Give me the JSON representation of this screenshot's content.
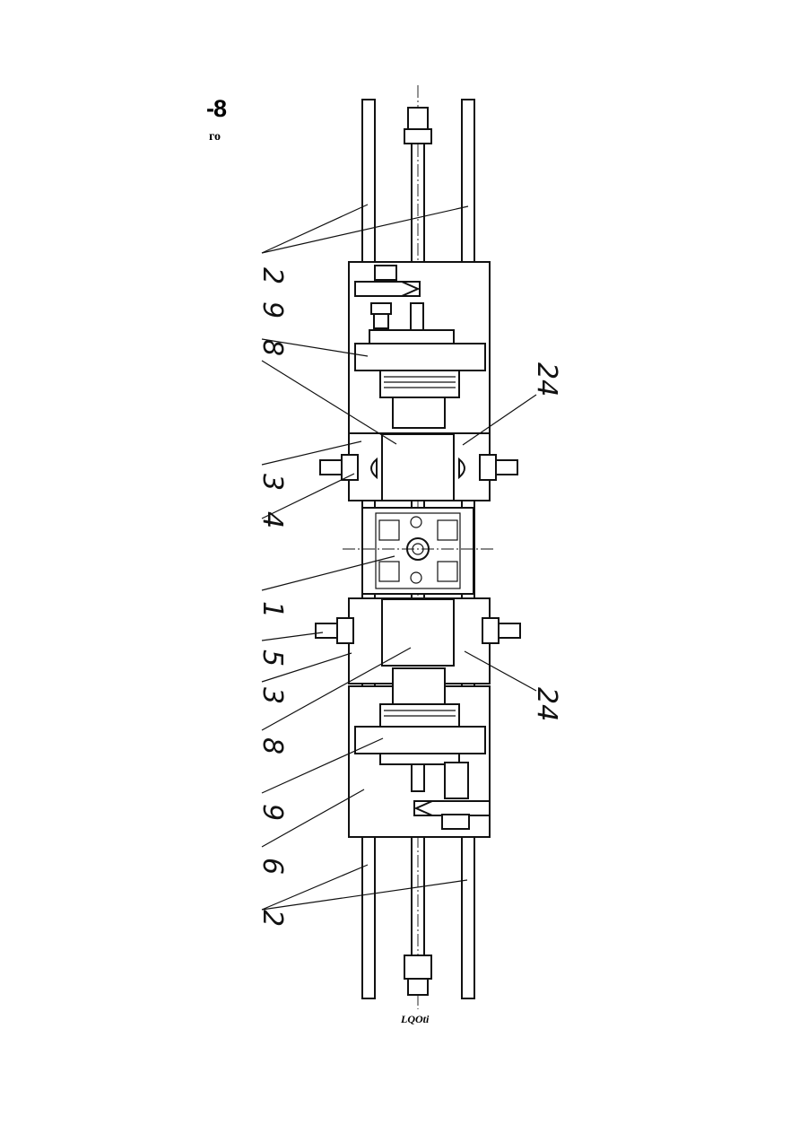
{
  "header": {
    "number": "-8",
    "sub": "го"
  },
  "caption": "LQOti",
  "labels": {
    "left": [
      "2",
      "9",
      "8",
      "3",
      "4",
      "1",
      "5",
      "3",
      "8",
      "9",
      "6",
      "2"
    ],
    "right_top": "24",
    "right_bottom": "24"
  }
}
